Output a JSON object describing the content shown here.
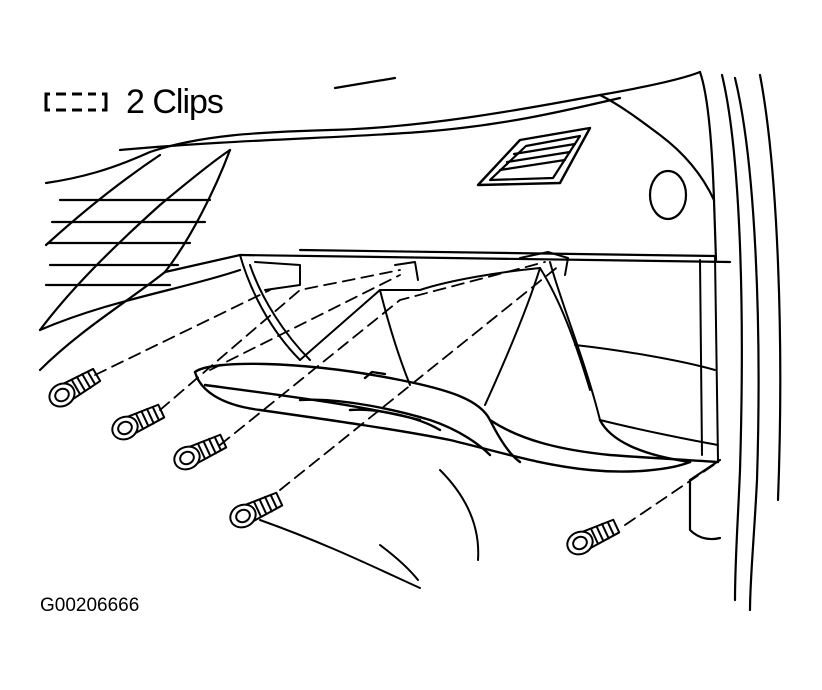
{
  "legend": {
    "icon": "dashed-clip-symbol",
    "text": "2 Clips"
  },
  "figure_id": "G00206666",
  "colors": {
    "line": "#000000",
    "background": "#ffffff"
  }
}
